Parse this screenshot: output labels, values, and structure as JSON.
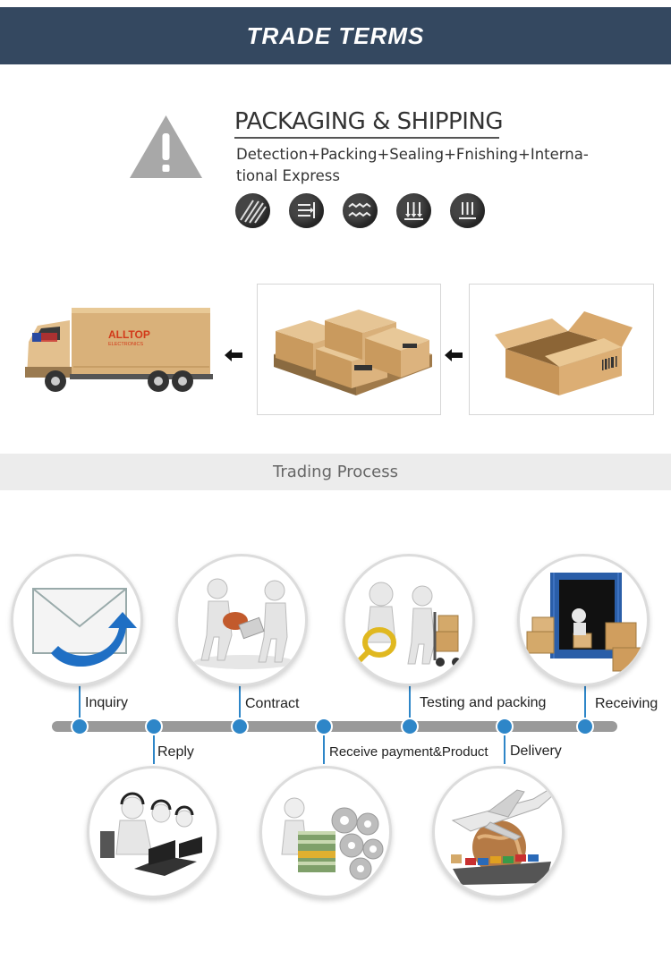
{
  "header": {
    "title": "TRADE TERMS"
  },
  "packaging": {
    "title": "PACKAGING & SHIPPING",
    "desc_line1": "Detection+Packing+Sealing+Fnishing+Interna-",
    "desc_line2": "tional Express",
    "icons": [
      "diagonal-stripes-icon",
      "lines-arrow-icon",
      "compress-icon",
      "down-arrows-icon",
      "vertical-lines-icon"
    ]
  },
  "truck": {
    "brand": "ALLTOP",
    "brand_sub": "ELECTRONICS"
  },
  "band": {
    "title": "Trading Process"
  },
  "process": {
    "steps": [
      {
        "label": "Inquiry",
        "icon": "envelope-reply-icon"
      },
      {
        "label": "Reply",
        "icon": "call-center-icon"
      },
      {
        "label": "Contract",
        "icon": "handshake-figures-icon"
      },
      {
        "label": "Receive payment&Product",
        "icon": "money-gears-icon"
      },
      {
        "label": "Testing and packing",
        "icon": "magnifier-cart-icon"
      },
      {
        "label": "Delivery",
        "icon": "airplane-globe-ship-icon"
      },
      {
        "label": "Receiving",
        "icon": "container-boxes-icon"
      }
    ]
  },
  "colors": {
    "header_bg": "#344860",
    "accent": "#2e86c8",
    "band_bg": "#ececec",
    "box": "#d4a96a"
  }
}
